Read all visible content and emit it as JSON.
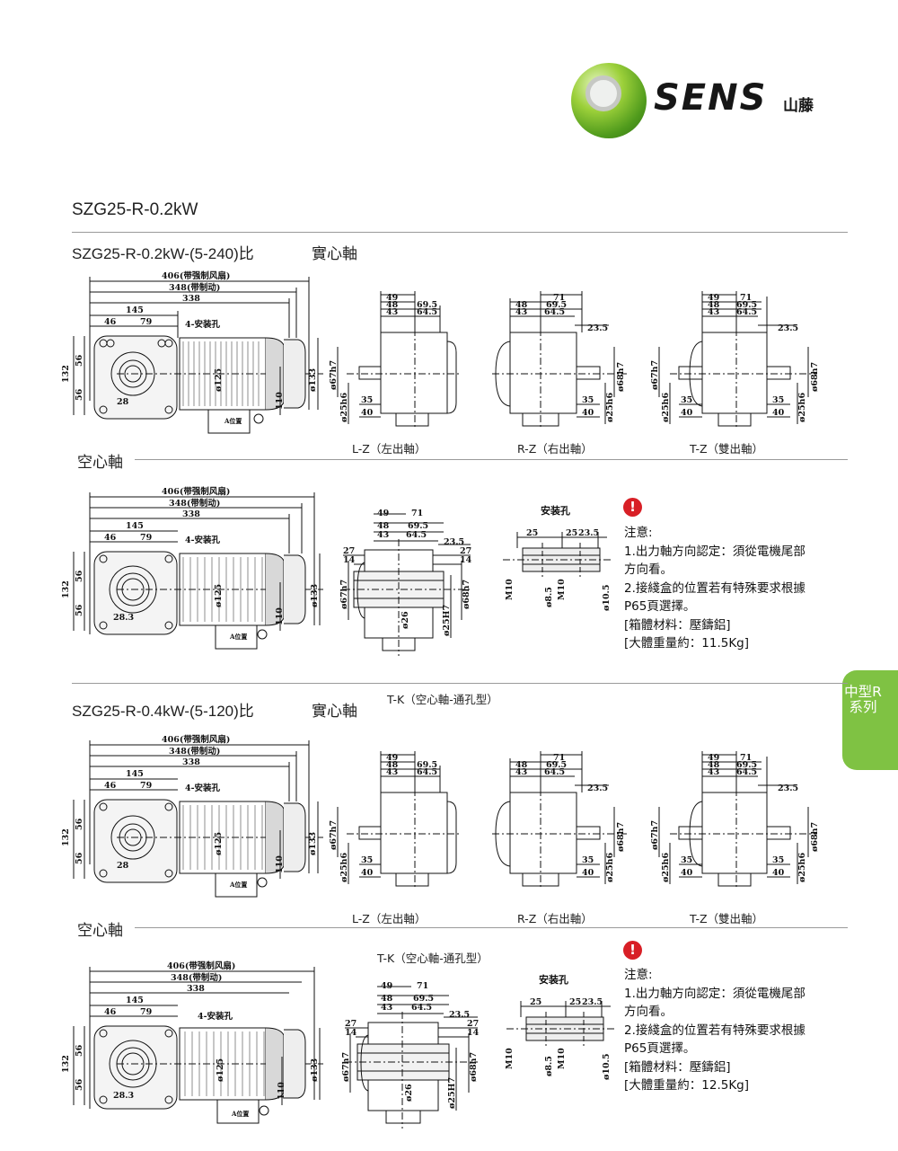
{
  "logo": {
    "brand": "SENS",
    "brand_cn": "山藤"
  },
  "page_title": "SZG25-R-0.2kW",
  "side_tab": "中型R系列",
  "sections": [
    {
      "title": "SZG25-R-0.2kW-(5-240)比",
      "type": "實心軸"
    },
    {
      "title": "SZG25-R-0.4kW-(5-120)比",
      "type": "實心軸"
    }
  ],
  "hollow_label": "空心軸",
  "views": {
    "lz": "L-Z（左出軸）",
    "rz": "R-Z（右出軸）",
    "tz": "T-Z（雙出軸）",
    "tk": "T-K（空心軸-通孔型）"
  },
  "motor_dims": {
    "d406": "406(带强制风扇)",
    "d348": "348(带制动)",
    "d338": "338",
    "d145": "145",
    "d46": "46",
    "d79": "79",
    "holes": "4-安装孔",
    "d132": "132",
    "d56": "56",
    "d28": "28",
    "d28_3": "28.3",
    "d125": "ø125",
    "d110": "110",
    "d133": "ø133",
    "box": "A位置"
  },
  "shaft_dims": {
    "d49": "49",
    "d48": "48",
    "d43": "43",
    "d69_5": "69.5",
    "d64_5": "64.5",
    "d71": "71",
    "d23_5": "23.5",
    "d35": "35",
    "d40": "40",
    "d67h7": "ø67h7",
    "d25h6": "ø25h6",
    "d68h7": "ø68h7",
    "d27": "27",
    "d14": "14",
    "d26": "ø26",
    "d25H7": "ø25H7"
  },
  "mount_hole": {
    "title": "安装孔",
    "d25a": "25",
    "d25b": "25",
    "d23_5": "23.5",
    "m10a": "M10",
    "d8_5": "ø8.5",
    "m10b": "M10",
    "d10_5": "ø10.5"
  },
  "notes": [
    {
      "warn_icon": "!",
      "heading": "注意:",
      "line1": "1.出力軸方向認定：須從電機尾部",
      "line2": "方向看。",
      "line3": "2.接綫盒的位置若有特殊要求根據",
      "line4": "P65頁選擇。",
      "line5": "[箱體材料：壓鑄鋁]",
      "line6": "[大體重量約：11.5Kg]"
    },
    {
      "warn_icon": "!",
      "heading": "注意:",
      "line1": "1.出力軸方向認定：須從電機尾部",
      "line2": "方向看。",
      "line3": "2.接綫盒的位置若有特殊要求根據",
      "line4": "P65頁選擇。",
      "line5": "[箱體材料：壓鑄鋁]",
      "line6": "[大體重量約：12.5Kg]"
    }
  ]
}
